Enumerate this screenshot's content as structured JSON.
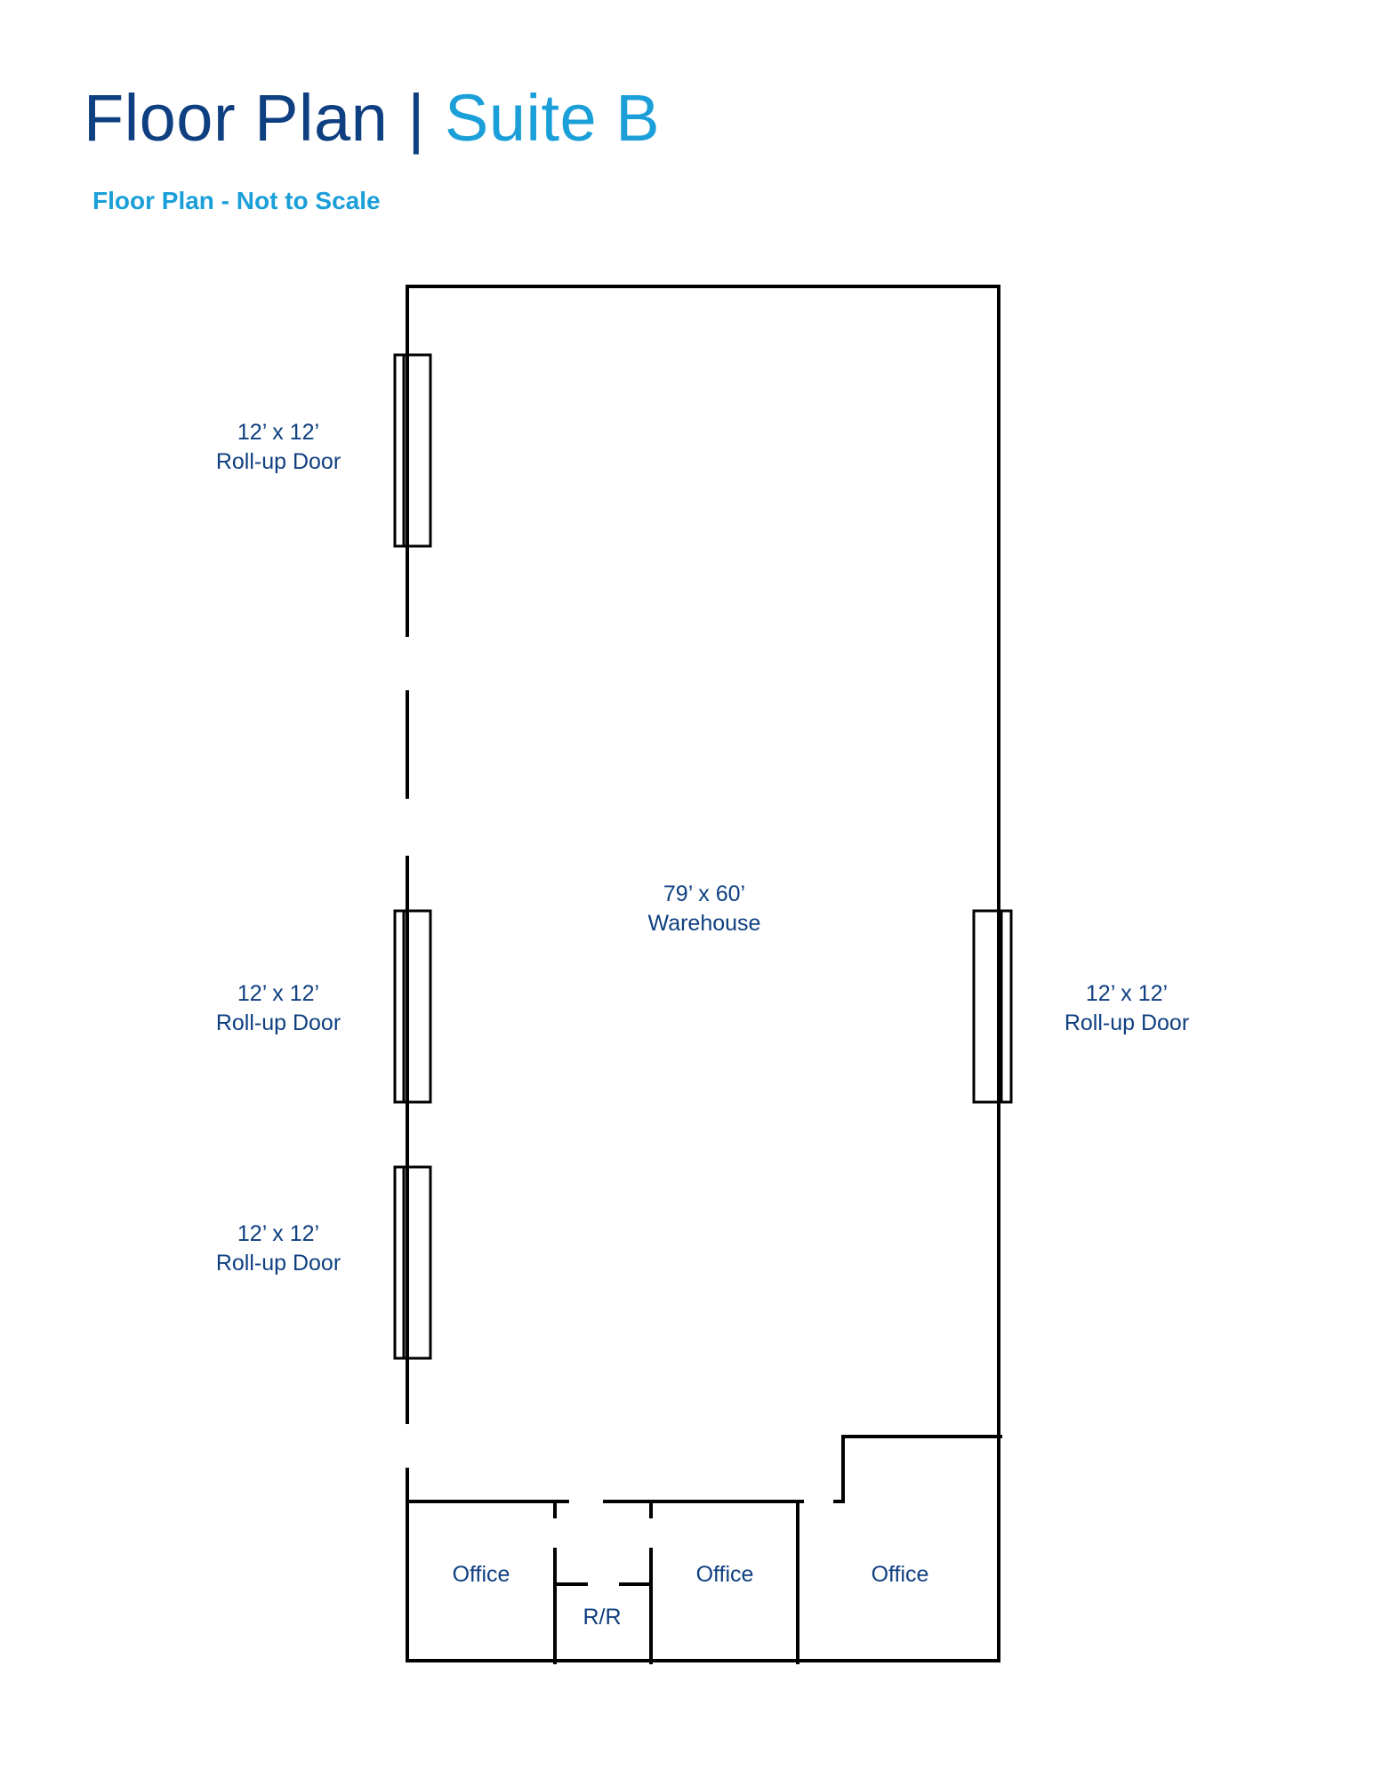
{
  "header": {
    "title_main": "Floor Plan",
    "title_separator": "|",
    "title_suite": "Suite B",
    "subtitle": "Floor Plan - Not to Scale"
  },
  "plan": {
    "warehouse": {
      "dimensions": "79’ x 60’",
      "label": "Warehouse"
    },
    "doors": [
      {
        "size": "12’ x 12’",
        "label": "Roll-up Door"
      },
      {
        "size": "12’ x 12’",
        "label": "Roll-up Door"
      },
      {
        "size": "12’ x 12’",
        "label": "Roll-up Door"
      },
      {
        "size": "12’ x 12’",
        "label": "Roll-up Door"
      }
    ],
    "rooms": [
      {
        "label": "Office"
      },
      {
        "label": "R/R"
      },
      {
        "label": "Office"
      },
      {
        "label": "Office"
      }
    ]
  },
  "colors": {
    "dark_blue": "#0e3f80",
    "light_blue": "#1a9fd9"
  }
}
